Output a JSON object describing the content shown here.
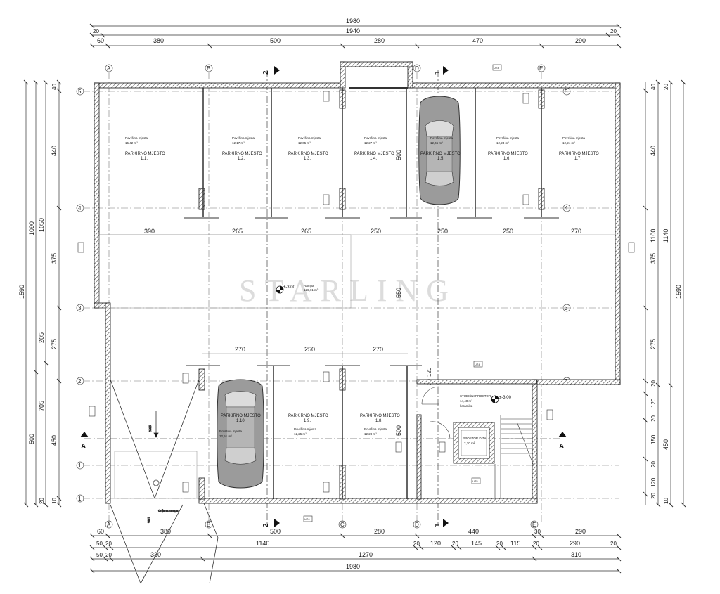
{
  "watermark": "STARLING",
  "dimensions": {
    "top_total": "1980",
    "top_inner": "1940",
    "top_left_offset": "20",
    "top_right_offset": "20",
    "top_segments": [
      "60",
      "380",
      "500",
      "280",
      "470",
      "290"
    ],
    "bottom_segments": [
      "60",
      "380",
      "500",
      "280",
      "440",
      "30",
      "290"
    ],
    "bottom_row2": [
      "50",
      "20",
      "1140",
      "20",
      "120",
      "20",
      "145",
      "20",
      "115",
      "20",
      "290",
      "20"
    ],
    "bottom_row3": [
      "50",
      "20",
      "330",
      "1270",
      "310"
    ],
    "bottom_total": "1980",
    "left_total": "1590",
    "left_sub": [
      "1090",
      "500"
    ],
    "left_inner": [
      "1050",
      "705"
    ],
    "left_segments": [
      "40",
      "440",
      "375",
      "275",
      "205",
      "450",
      "20",
      "10"
    ],
    "right_total": "1590",
    "right_sub": [
      "1140",
      "450"
    ],
    "right_inner": [
      "1100",
      "40",
      "20"
    ],
    "right_segments": [
      "440",
      "375",
      "275",
      "20",
      "120",
      "20",
      "150",
      "20",
      "120",
      "20",
      "10"
    ],
    "inner_row_top": [
      "390",
      "265",
      "265",
      "250",
      "250",
      "250",
      "270"
    ],
    "inner_row_bottom": [
      "270",
      "250",
      "270"
    ],
    "vertical_inner": [
      "500",
      "550",
      "500"
    ],
    "small_dims": [
      "120",
      "10"
    ]
  },
  "axes": {
    "letters": [
      "A",
      "B",
      "C",
      "D",
      "E"
    ],
    "numbers": [
      "5",
      "4",
      "3",
      "2",
      "1"
    ],
    "section_marks": [
      "1",
      "2",
      "A"
    ]
  },
  "parking_top": [
    {
      "title": "PARKIRNO MJESTO",
      "num": "1.1.",
      "area_label": "Površina mjesta",
      "area": "15,42",
      "unit": "m²"
    },
    {
      "title": "PARKIRNO MJESTO",
      "num": "1.2.",
      "area_label": "Površina mjesta",
      "area": "12,17",
      "unit": "m²"
    },
    {
      "title": "PARKIRNO MJESTO",
      "num": "1.3.",
      "area_label": "Površina mjesta",
      "area": "12,05",
      "unit": "m²"
    },
    {
      "title": "PARKIRNO MJESTO",
      "num": "1.4.",
      "area_label": "Površina mjesta",
      "area": "12,27",
      "unit": "m²"
    },
    {
      "title": "PARKIRNO MJESTO",
      "num": "1.5.",
      "area_label": "Površina mjesta",
      "area": "12,45",
      "unit": "m²"
    },
    {
      "title": "PARKIRNO MJESTO",
      "num": "1.6.",
      "area_label": "Površina mjesta",
      "area": "12,24",
      "unit": "m²"
    },
    {
      "title": "PARKIRNO MJESTO",
      "num": "1.7.",
      "area_label": "Površina mjesta",
      "area": "12,24",
      "unit": "m²"
    }
  ],
  "parking_bottom": [
    {
      "title": "PARKIRNO MJESTO",
      "num": "1.10.",
      "area_label": "Površina mjesta",
      "area": "12,51",
      "unit": "m²"
    },
    {
      "title": "PARKIRNO MJESTO",
      "num": "1.9.",
      "area_label": "Površina mjesta",
      "area": "12,25",
      "unit": "m²"
    },
    {
      "title": "PARKIRNO MJESTO",
      "num": "1.8.",
      "area_label": "Površina mjesta",
      "area": "12,28",
      "unit": "m²"
    }
  ],
  "rooms": {
    "garage": {
      "name": "Rampa",
      "area": "126,71",
      "unit": "m²"
    },
    "stairwell": {
      "name": "STUBIŠNI PROSTOR",
      "area": "14,40",
      "unit": "m²",
      "finish": "keramika"
    },
    "lift": {
      "name": "PROSTOR DIZALA",
      "area": "2,10",
      "unit": "m²"
    }
  },
  "levels": {
    "garage": "-3,00",
    "stair": "-3,00"
  },
  "ramp": {
    "label": "Grijana rampa",
    "slope_top": "18%",
    "slope_bottom": "18%"
  },
  "tags": {
    "uz": "UZ4",
    "uz5": "UZ5"
  }
}
